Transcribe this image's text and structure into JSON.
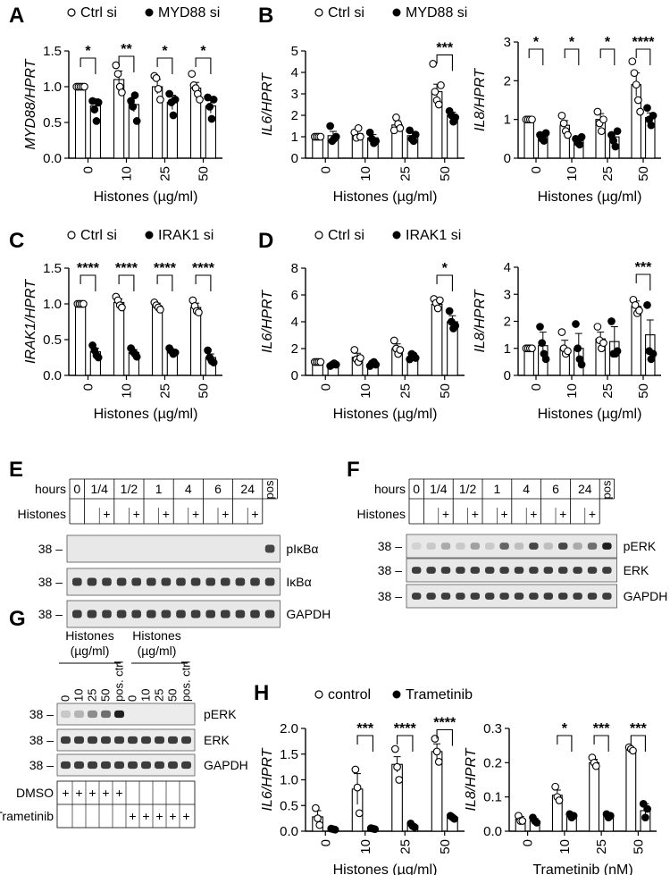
{
  "panel_letters": [
    "A",
    "B",
    "C",
    "D",
    "E",
    "F",
    "G",
    "H"
  ],
  "chart_data": [
    {
      "id": "A",
      "type": "bar",
      "ylabel": "MYD88/HPRT",
      "xlabel": "Histones (µg/ml)",
      "categories": [
        "0",
        "10",
        "25",
        "50"
      ],
      "ylim": [
        0,
        1.5
      ],
      "yticks": [
        "0.0",
        "0.5",
        "1.0",
        "1.5"
      ],
      "legend": [
        "Ctrl si",
        "MYD88 si"
      ],
      "series": [
        {
          "name": "Ctrl si",
          "values": [
            1.0,
            1.1,
            1.0,
            0.98
          ],
          "err": [
            0.01,
            0.12,
            0.1,
            0.08
          ],
          "points": [
            [
              1.0,
              1.0,
              1.0,
              1.0,
              1.0
            ],
            [
              1.3,
              1.18,
              1.0,
              0.92
            ],
            [
              1.15,
              1.12,
              0.97,
              0.82
            ],
            [
              1.18,
              1.02,
              0.98,
              0.9,
              0.82
            ]
          ]
        },
        {
          "name": "MYD88 si",
          "values": [
            0.73,
            0.75,
            0.78,
            0.73
          ],
          "err": [
            0.1,
            0.1,
            0.1,
            0.1
          ],
          "points": [
            [
              0.8,
              0.68,
              0.52,
              0.78
            ],
            [
              0.8,
              0.72,
              0.88,
              0.52
            ],
            [
              0.9,
              0.78,
              0.6,
              0.82
            ],
            [
              0.85,
              0.72,
              0.55,
              0.82
            ]
          ]
        }
      ],
      "sig": [
        "*",
        "**",
        "*",
        "*"
      ],
      "grid": false
    },
    {
      "id": "B1",
      "type": "bar",
      "ylabel": "IL6/HPRT",
      "xlabel": "Histones (µg/ml)",
      "categories": [
        "0",
        "10",
        "25",
        "50"
      ],
      "ylim": [
        0,
        5
      ],
      "yticks": [
        "0",
        "1",
        "2",
        "3",
        "4",
        "5"
      ],
      "legend": [
        "Ctrl si",
        "MYD88 si"
      ],
      "series": [
        {
          "name": "Ctrl si",
          "values": [
            1.0,
            1.15,
            1.55,
            3.1
          ],
          "err": [
            0.05,
            0.2,
            0.2,
            0.35
          ],
          "points": [
            [
              1.0,
              1.0,
              1.0,
              1.0
            ],
            [
              1.2,
              0.95,
              1.4,
              1.0
            ],
            [
              1.3,
              1.9,
              1.6,
              1.4
            ],
            [
              4.4,
              3.1,
              2.7,
              2.5,
              3.4
            ]
          ]
        },
        {
          "name": "MYD88 si",
          "values": [
            1.05,
            0.95,
            1.05,
            2.0
          ],
          "err": [
            0.2,
            0.15,
            0.2,
            0.15
          ],
          "points": [
            [
              1.5,
              0.8,
              0.9,
              1.0
            ],
            [
              1.2,
              0.9,
              0.7,
              0.8
            ],
            [
              1.3,
              0.9,
              0.8,
              1.1
            ],
            [
              2.2,
              2.0,
              1.7,
              1.9
            ]
          ]
        }
      ],
      "sig": [
        "",
        "",
        "",
        "***"
      ],
      "sig_only": [
        3
      ],
      "grid": false
    },
    {
      "id": "B2",
      "type": "bar",
      "ylabel": "IL8/HPRT",
      "xlabel": "Histones (µg/ml)",
      "categories": [
        "0",
        "10",
        "25",
        "50"
      ],
      "ylim": [
        0,
        3
      ],
      "yticks": [
        "0",
        "1",
        "2",
        "3"
      ],
      "series": [
        {
          "name": "Ctrl si",
          "values": [
            1.0,
            0.85,
            1.0,
            1.9
          ],
          "err": [
            0.02,
            0.12,
            0.15,
            0.3
          ],
          "points": [
            [
              1.0,
              1.0,
              1.0,
              1.0
            ],
            [
              1.1,
              0.9,
              0.7,
              0.6
            ],
            [
              1.2,
              0.9,
              0.7,
              1.0
            ],
            [
              2.5,
              2.2,
              1.9,
              1.5,
              1.2
            ]
          ]
        },
        {
          "name": "MYD88 si",
          "values": [
            0.55,
            0.45,
            0.55,
            1.05
          ],
          "err": [
            0.05,
            0.07,
            0.1,
            0.12
          ],
          "points": [
            [
              0.6,
              0.5,
              0.45,
              0.65
            ],
            [
              0.5,
              0.4,
              0.35,
              0.55
            ],
            [
              0.6,
              0.45,
              0.3,
              0.7
            ],
            [
              1.3,
              1.0,
              0.85,
              1.1
            ]
          ]
        }
      ],
      "sig": [
        "*",
        "*",
        "*",
        "****"
      ],
      "grid": false
    },
    {
      "id": "C",
      "type": "bar",
      "ylabel": "IRAK1/HPRT",
      "xlabel": "Histones (µg/ml)",
      "categories": [
        "0",
        "10",
        "25",
        "50"
      ],
      "ylim": [
        0,
        1.5
      ],
      "yticks": [
        "0.0",
        "0.5",
        "1.0",
        "1.5"
      ],
      "legend": [
        "Ctrl si",
        "IRAK1 si"
      ],
      "series": [
        {
          "name": "Ctrl si",
          "values": [
            1.0,
            1.02,
            0.97,
            0.95
          ],
          "err": [
            0.01,
            0.05,
            0.04,
            0.06
          ],
          "points": [
            [
              1.0,
              1.0,
              1.0,
              1.0
            ],
            [
              1.1,
              1.05,
              0.98,
              0.95
            ],
            [
              1.02,
              0.98,
              0.95,
              0.92
            ],
            [
              1.05,
              0.97,
              0.9,
              0.88
            ]
          ]
        },
        {
          "name": "IRAK1 si",
          "values": [
            0.33,
            0.32,
            0.33,
            0.25
          ],
          "err": [
            0.05,
            0.04,
            0.03,
            0.05
          ],
          "points": [
            [
              0.42,
              0.35,
              0.28,
              0.25
            ],
            [
              0.38,
              0.33,
              0.3,
              0.26
            ],
            [
              0.38,
              0.34,
              0.3,
              0.32
            ],
            [
              0.35,
              0.25,
              0.2,
              0.18
            ]
          ]
        }
      ],
      "sig": [
        "****",
        "****",
        "****",
        "****"
      ],
      "grid": false
    },
    {
      "id": "D1",
      "type": "bar",
      "ylabel": "IL6/HPRT",
      "xlabel": "Histones (µg/ml)",
      "categories": [
        "0",
        "10",
        "25",
        "50"
      ],
      "ylim": [
        0,
        8
      ],
      "yticks": [
        "0",
        "2",
        "4",
        "6",
        "8"
      ],
      "legend": [
        "Ctrl si",
        "IRAK1 si"
      ],
      "series": [
        {
          "name": "Ctrl si",
          "values": [
            1.0,
            1.35,
            2.0,
            5.3
          ],
          "err": [
            0.05,
            0.3,
            0.35,
            0.25
          ],
          "points": [
            [
              1.0,
              1.0,
              1.0,
              1.0
            ],
            [
              1.9,
              1.2,
              1.0,
              1.3
            ],
            [
              2.6,
              2.0,
              1.6,
              1.9
            ],
            [
              5.7,
              5.4,
              5.0,
              5.6
            ]
          ]
        },
        {
          "name": "IRAK1 si",
          "values": [
            0.8,
            0.85,
            1.4,
            4.0
          ],
          "err": [
            0.1,
            0.15,
            0.25,
            0.45
          ],
          "points": [
            [
              0.7,
              0.8,
              0.9,
              0.8
            ],
            [
              0.7,
              0.9,
              1.0,
              0.8
            ],
            [
              1.2,
              1.6,
              1.5,
              1.3
            ],
            [
              4.8,
              4.0,
              3.5,
              3.7
            ]
          ]
        }
      ],
      "sig": [
        "",
        "",
        "",
        "*"
      ],
      "sig_only": [
        3
      ],
      "grid": false
    },
    {
      "id": "D2",
      "type": "bar",
      "ylabel": "IL8/HPRT",
      "xlabel": "Histones (µg/ml)",
      "categories": [
        "0",
        "10",
        "25",
        "50"
      ],
      "ylim": [
        0,
        4
      ],
      "yticks": [
        "0",
        "1",
        "2",
        "3",
        "4"
      ],
      "series": [
        {
          "name": "Ctrl si",
          "values": [
            1.0,
            1.0,
            1.35,
            2.55
          ],
          "err": [
            0.02,
            0.3,
            0.25,
            0.2
          ],
          "points": [
            [
              1.0,
              1.0,
              1.0,
              1.0
            ],
            [
              1.6,
              1.0,
              0.8,
              0.9
            ],
            [
              1.8,
              1.3,
              1.0,
              1.2
            ],
            [
              2.8,
              2.6,
              2.3,
              2.4
            ]
          ]
        },
        {
          "name": "IRAK1 si",
          "values": [
            1.1,
            1.0,
            1.25,
            1.5
          ],
          "err": [
            0.5,
            0.55,
            0.55,
            0.55
          ],
          "points": [
            [
              1.8,
              1.2,
              0.8,
              0.6
            ],
            [
              1.9,
              1.0,
              0.6,
              0.4
            ],
            [
              2.0,
              0.8,
              0.8,
              0.9
            ],
            [
              2.6,
              0.9,
              0.6,
              0.8
            ]
          ]
        }
      ],
      "sig": [
        "",
        "",
        "",
        "***"
      ],
      "sig_only": [
        3
      ],
      "grid": false
    },
    {
      "id": "H1",
      "type": "bar",
      "ylabel": "IL6/HPRT",
      "xlabel": "Histones (µg/ml)",
      "categories": [
        "0",
        "10",
        "25",
        "50"
      ],
      "ylim": [
        0,
        2.0
      ],
      "yticks": [
        "0.0",
        "0.5",
        "1.0",
        "1.5",
        "2.0"
      ],
      "legend": [
        "control",
        "Trametinib"
      ],
      "series": [
        {
          "name": "control",
          "values": [
            0.28,
            0.82,
            1.3,
            1.55
          ],
          "err": [
            0.12,
            0.3,
            0.15,
            0.15
          ],
          "points": [
            [
              0.45,
              0.25,
              0.12
            ],
            [
              1.2,
              0.85,
              0.35
            ],
            [
              1.6,
              1.25,
              1.0
            ],
            [
              1.8,
              1.55,
              1.35
            ]
          ]
        },
        {
          "name": "Trametinib",
          "values": [
            0.04,
            0.05,
            0.11,
            0.27
          ],
          "err": [
            0.01,
            0.01,
            0.03,
            0.03
          ],
          "points": [
            [
              0.05,
              0.04,
              0.03
            ],
            [
              0.06,
              0.05,
              0.04
            ],
            [
              0.15,
              0.1,
              0.08
            ],
            [
              0.3,
              0.27,
              0.24
            ]
          ]
        }
      ],
      "sig": [
        "",
        "***",
        "****",
        "****"
      ],
      "sig_only": [
        1,
        2,
        3
      ],
      "grid": false
    },
    {
      "id": "H2",
      "type": "bar",
      "ylabel": "IL8/HPRT",
      "xlabel": "Trametinib (nM)",
      "categories": [
        "0",
        "10",
        "25",
        "50"
      ],
      "ylim": [
        0,
        0.3
      ],
      "yticks": [
        "0.0",
        "0.1",
        "0.2",
        "0.3"
      ],
      "series": [
        {
          "name": "control",
          "values": [
            0.035,
            0.105,
            0.2,
            0.24
          ],
          "err": [
            0.008,
            0.015,
            0.01,
            0.004
          ],
          "points": [
            [
              0.045,
              0.03,
              0.03
            ],
            [
              0.13,
              0.1,
              0.09
            ],
            [
              0.215,
              0.2,
              0.19
            ],
            [
              0.245,
              0.24,
              0.235
            ]
          ]
        },
        {
          "name": "Trametinib",
          "values": [
            0.03,
            0.045,
            0.045,
            0.06
          ],
          "err": [
            0.007,
            0.005,
            0.004,
            0.02
          ],
          "points": [
            [
              0.04,
              0.03,
              0.025
            ],
            [
              0.05,
              0.04,
              0.045
            ],
            [
              0.05,
              0.04,
              0.045
            ],
            [
              0.08,
              0.04,
              0.065
            ]
          ]
        }
      ],
      "sig": [
        "",
        "*",
        "***",
        "***"
      ],
      "sig_only": [
        1,
        2,
        3
      ],
      "grid": false
    }
  ],
  "blot_E": {
    "hours_label": "hours",
    "histones_label": "Histones",
    "hours": [
      "0",
      "1/4",
      "1/2",
      "1",
      "4",
      "6",
      "24"
    ],
    "pos": "pos",
    "plus": "+",
    "marker": "38 –",
    "bands": [
      "pIκBα",
      "IκBα",
      "GAPDH"
    ]
  },
  "blot_F": {
    "hours_label": "hours",
    "histones_label": "Histones",
    "hours": [
      "0",
      "1/4",
      "1/2",
      "1",
      "4",
      "6",
      "24"
    ],
    "pos": "pos",
    "plus": "+",
    "marker": "38 –",
    "bands": [
      "pERK",
      "ERK",
      "GAPDH"
    ],
    "perk_intensity": [
      0.1,
      0.15,
      0.3,
      0.15,
      0.35,
      0.15,
      0.65,
      0.2,
      0.8,
      0.2,
      0.8,
      0.3,
      0.6,
      1.0
    ],
    "perk_intensity_note": "relative band intensity"
  },
  "blot_G": {
    "header_left": [
      "Histones",
      "(µg/ml)"
    ],
    "header_right": [
      "Histones",
      "(µg/ml)"
    ],
    "lanes": [
      "0",
      "10",
      "25",
      "50",
      "pos. ctrl",
      "0",
      "10",
      "25",
      "50",
      "pos. ctrl"
    ],
    "marker": "38 –",
    "bands": [
      "pERK",
      "ERK",
      "GAPDH"
    ],
    "row_dmso": "DMSO",
    "row_tram": "Trametinib",
    "plus": "+",
    "perk_intensity": [
      0.15,
      0.25,
      0.45,
      0.6,
      1.0,
      0,
      0,
      0,
      0,
      0
    ]
  }
}
